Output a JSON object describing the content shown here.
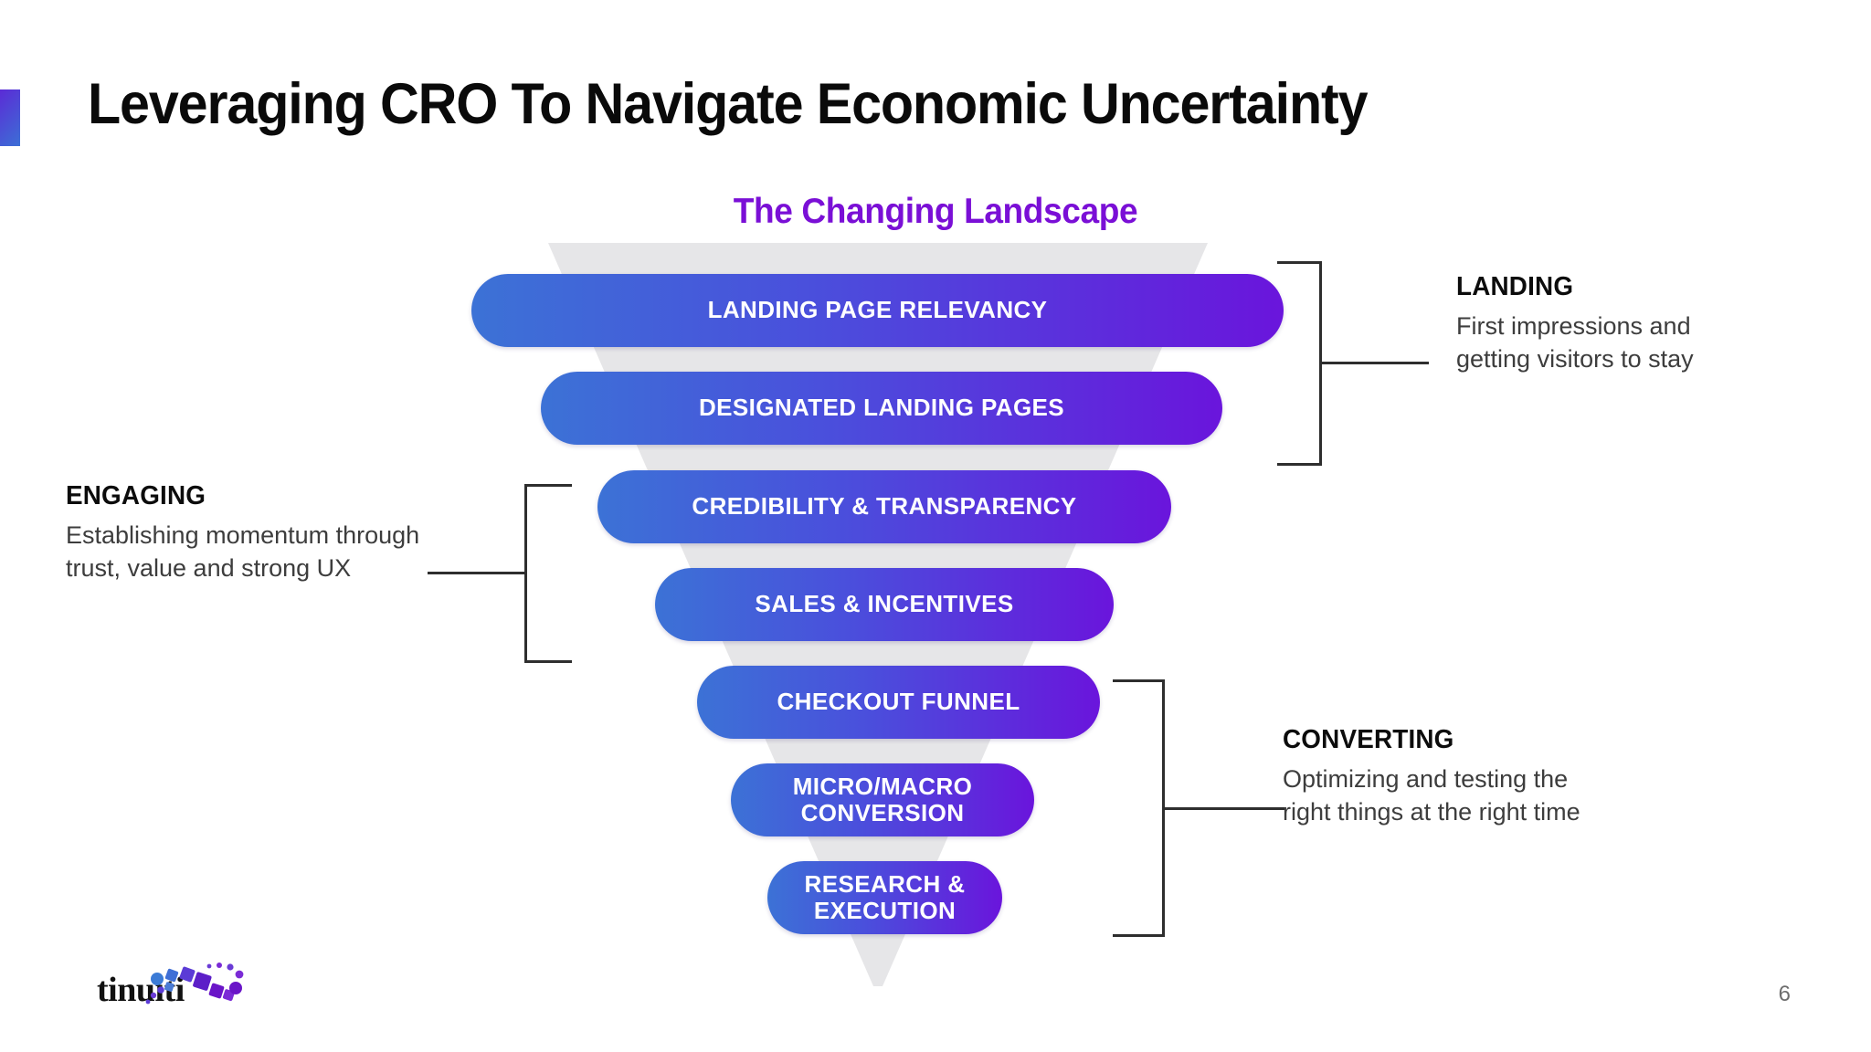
{
  "slide": {
    "title": "Leveraging CRO To Navigate Economic Uncertainty",
    "page_number": "6",
    "accent_color": "#5B2BD6",
    "background": "#FFFFFF"
  },
  "funnel": {
    "heading": "The Changing Landscape",
    "heading_color": "#7A0FD6",
    "shape_color": "#E6E6E8",
    "bar_gradient_start": "#3C72D6",
    "bar_gradient_end": "#6A15DC",
    "stages": [
      {
        "label": "LANDING PAGE RELEVANCY",
        "group": "LANDING"
      },
      {
        "label": "DESIGNATED LANDING PAGES",
        "group": "LANDING"
      },
      {
        "label": "CREDIBILITY & TRANSPARENCY",
        "group": "ENGAGING"
      },
      {
        "label": "SALES & INCENTIVES",
        "group": "ENGAGING"
      },
      {
        "label": "CHECKOUT FUNNEL",
        "group": "CONVERTING"
      },
      {
        "label": "MICRO/MACRO\nCONVERSION",
        "group": "CONVERTING"
      },
      {
        "label": "RESEARCH &\nEXECUTION",
        "group": "CONVERTING"
      }
    ]
  },
  "callouts": {
    "landing": {
      "title": "LANDING",
      "body": "First impressions and getting visitors to stay"
    },
    "engaging": {
      "title": "ENGAGING",
      "body": "Establishing momentum through trust, value and strong UX"
    },
    "converting": {
      "title": "CONVERTING",
      "body": "Optimizing and testing the right things at the right time"
    }
  },
  "logo": {
    "wordmark": "tinuiti",
    "dot_colors": [
      "#3B7BD6",
      "#5B3BD6",
      "#6A15C8",
      "#7B2BD6"
    ]
  }
}
